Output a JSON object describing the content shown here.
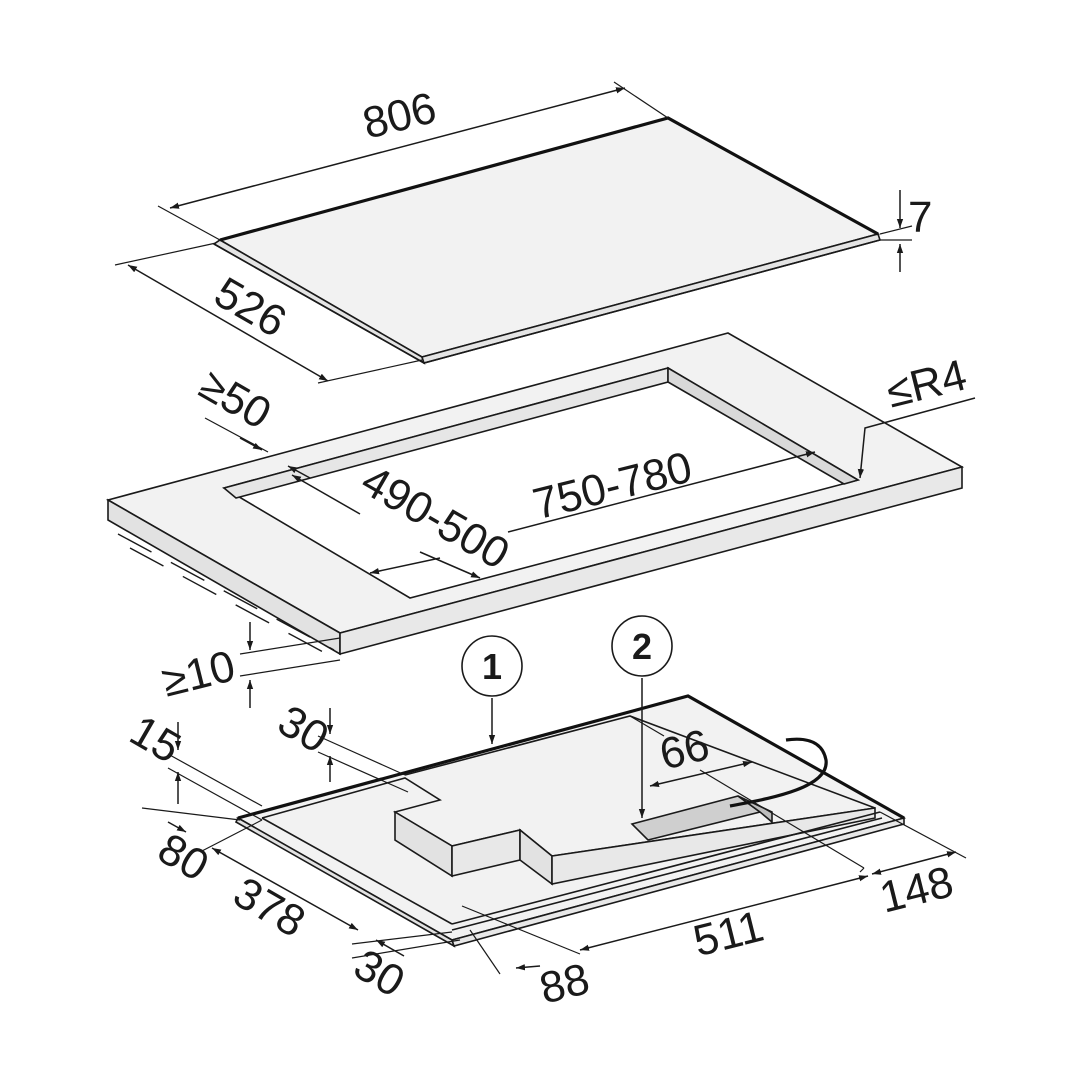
{
  "colors": {
    "background": "#ffffff",
    "line": "#1a1a1a",
    "surface": "#f1f1f1",
    "surface_dark": "#e2e2e2",
    "highlight": "#cfcfcf"
  },
  "dimensions": {
    "hob_width": "806",
    "hob_depth": "526",
    "hob_thickness": "7",
    "border_min": "≥50",
    "radius": "≤R4",
    "cutout_width": "750-780",
    "cutout_depth": "490-500",
    "clearance_min": "≥10",
    "step_30_top": "30",
    "housing_66": "66",
    "housing_15": "15",
    "front_80": "80",
    "front_378": "378",
    "front_30": "30",
    "front_88": "88",
    "depth_511": "511",
    "right_148": "148"
  },
  "callouts": [
    {
      "number": "1"
    },
    {
      "number": "2"
    }
  ]
}
